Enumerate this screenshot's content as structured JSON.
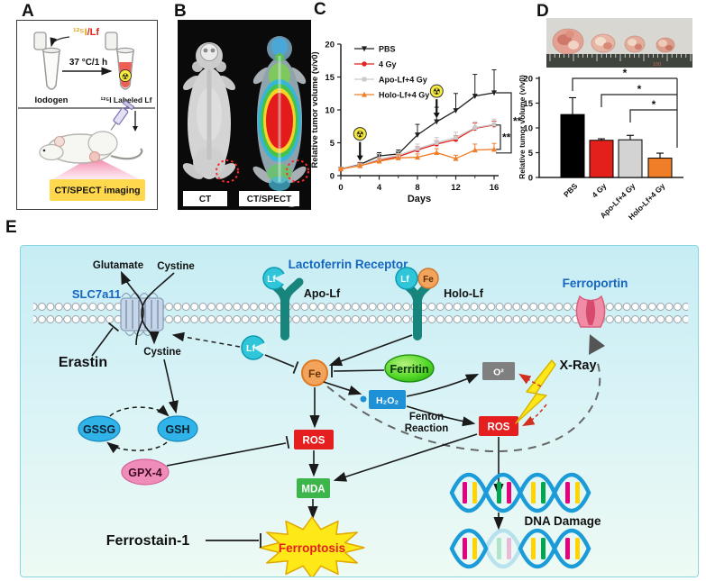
{
  "figure": {
    "panel_a": {
      "label": "A",
      "isotope_label": "¹²⁵I",
      "lf_label": "/Lf",
      "condition": "37 °C/1 h",
      "tube_left": "Iodogen",
      "tube_right": "¹²⁵I Labeled Lf",
      "imaging": "CT/SPECT imaging",
      "colors": {
        "isotope": "#dfa81e",
        "lf_red": "#e32119",
        "imaging_bg": "#ffd84d",
        "liquid": "#ef5e52"
      }
    },
    "panel_b": {
      "label": "B",
      "left_caption": "CT",
      "right_caption": "CT/SPECT"
    },
    "panel_c": {
      "label": "C"
    },
    "panel_d": {
      "label": "D",
      "ruler_mark": "100"
    },
    "panel_e": {
      "label": "E",
      "labels": {
        "glutamate": "Glutamate",
        "cystine": "Cystine",
        "slc7a11": "SLC7a11",
        "erastin": "Erastin",
        "lactoferrin_receptor": "Lactoferrin Receptor",
        "apo_lf": "Apo-Lf",
        "holo_lf": "Holo-Lf",
        "lf": "Lf",
        "fe": "Fe",
        "ferritin": "Ferritin",
        "ferroportin": "Ferroportin",
        "h2o2": "H₂O₂",
        "fenton_line1": "Fenton",
        "fenton_line2": "Reaction",
        "o2": "O²",
        "xray": "X-Ray",
        "ros": "ROS",
        "mda": "MDA",
        "gssg": "GSSG",
        "gsh": "GSH",
        "gpx4": "GPX-4",
        "ferrostain": "Ferrostain-1",
        "ferroptosis": "Ferroptosis",
        "dna_damage": "DNA Damage"
      },
      "colors": {
        "ros": "#e51f1f",
        "mda": "#3cb54a",
        "h2o2": "#1e90d6",
        "o2": "#7f7f7f",
        "fe": "#f2a45c",
        "lf": "#2fc6da",
        "gssg_gsh": "#2fb3e8",
        "gpx4": "#f08cb8",
        "receptor": "#17857b",
        "ferroportin": "#f08ca6",
        "star": "#ffe818",
        "blue_label": "#1565c0"
      }
    }
  },
  "icons": {
    "radiation": "☢"
  },
  "chart_data": [
    {
      "id": "tumor-growth",
      "type": "line",
      "title": "",
      "xlabel": "Days",
      "ylabel": "Relative tumor volume (v/v0)",
      "xlim": [
        0,
        17
      ],
      "ylim": [
        0,
        20
      ],
      "xticks": [
        0,
        4,
        8,
        12,
        16
      ],
      "xticks_minor": [
        2,
        6,
        10,
        14
      ],
      "yticks": [
        0,
        5,
        10,
        15,
        20
      ],
      "grid": false,
      "legend_position": "top-left",
      "x": [
        0,
        2,
        4,
        6,
        8,
        10,
        12,
        14,
        16
      ],
      "series": [
        {
          "name": "PBS",
          "color": "#231f20",
          "marker": "triangle-down",
          "values": [
            1.0,
            1.7,
            3.0,
            3.3,
            6.2,
            8.2,
            9.9,
            12.1,
            12.6
          ],
          "errors": [
            0.2,
            0.3,
            0.5,
            0.6,
            1.6,
            2.2,
            2.6,
            3.3,
            3.5
          ]
        },
        {
          "name": "4 Gy",
          "color": "#e3201b",
          "marker": "circle",
          "values": [
            1.0,
            1.6,
            2.3,
            2.9,
            3.9,
            4.8,
            5.5,
            7.2,
            7.7
          ],
          "errors": [
            0.15,
            0.2,
            0.3,
            0.4,
            0.5,
            0.5,
            0.6,
            0.8,
            0.6
          ]
        },
        {
          "name": "Apo-Lf+4 Gy",
          "color": "#c9c9c9",
          "marker": "square",
          "values": [
            1.0,
            1.6,
            2.5,
            3.1,
            4.1,
            5.0,
            5.8,
            7.3,
            7.8
          ],
          "errors": [
            0.15,
            0.3,
            0.8,
            0.6,
            0.7,
            0.8,
            0.8,
            0.9,
            0.8
          ]
        },
        {
          "name": "Holo-Lf+4 Gy",
          "color": "#f07d28",
          "marker": "triangle-up",
          "values": [
            1.0,
            1.5,
            2.2,
            2.7,
            2.8,
            3.5,
            2.6,
            3.9,
            4.0
          ],
          "errors": [
            0.15,
            0.3,
            0.4,
            0.5,
            0.5,
            0.6,
            0.5,
            0.9,
            0.9
          ]
        }
      ],
      "annotations": {
        "radiation_days": [
          2,
          10
        ],
        "sig_brackets": [
          {
            "between": [
              "4 Gy",
              "Holo-Lf+4 Gy"
            ],
            "label": "**"
          },
          {
            "between": [
              "PBS",
              "Holo-Lf+4 Gy"
            ],
            "label": "**"
          }
        ]
      }
    },
    {
      "id": "tumor-endpoint",
      "type": "bar",
      "ylabel": "Relative tumor volume (v/v0)",
      "ylim": [
        0,
        20
      ],
      "yticks": [
        0,
        5,
        10,
        15,
        20
      ],
      "categories": [
        "PBS",
        "4 Gy",
        "Apo-Lf+4 Gy",
        "Holo-Lf+4 Gy"
      ],
      "values": [
        12.7,
        7.5,
        7.6,
        3.9
      ],
      "errors": [
        3.4,
        0.3,
        0.9,
        1.0
      ],
      "colors": [
        "#000000",
        "#e3201b",
        "#d3d3d3",
        "#f07d28"
      ],
      "sig_brackets": [
        {
          "from": 0,
          "to": 3,
          "label": "*"
        },
        {
          "from": 1,
          "to": 3,
          "label": "*"
        },
        {
          "from": 2,
          "to": 3,
          "label": "*"
        }
      ]
    }
  ]
}
